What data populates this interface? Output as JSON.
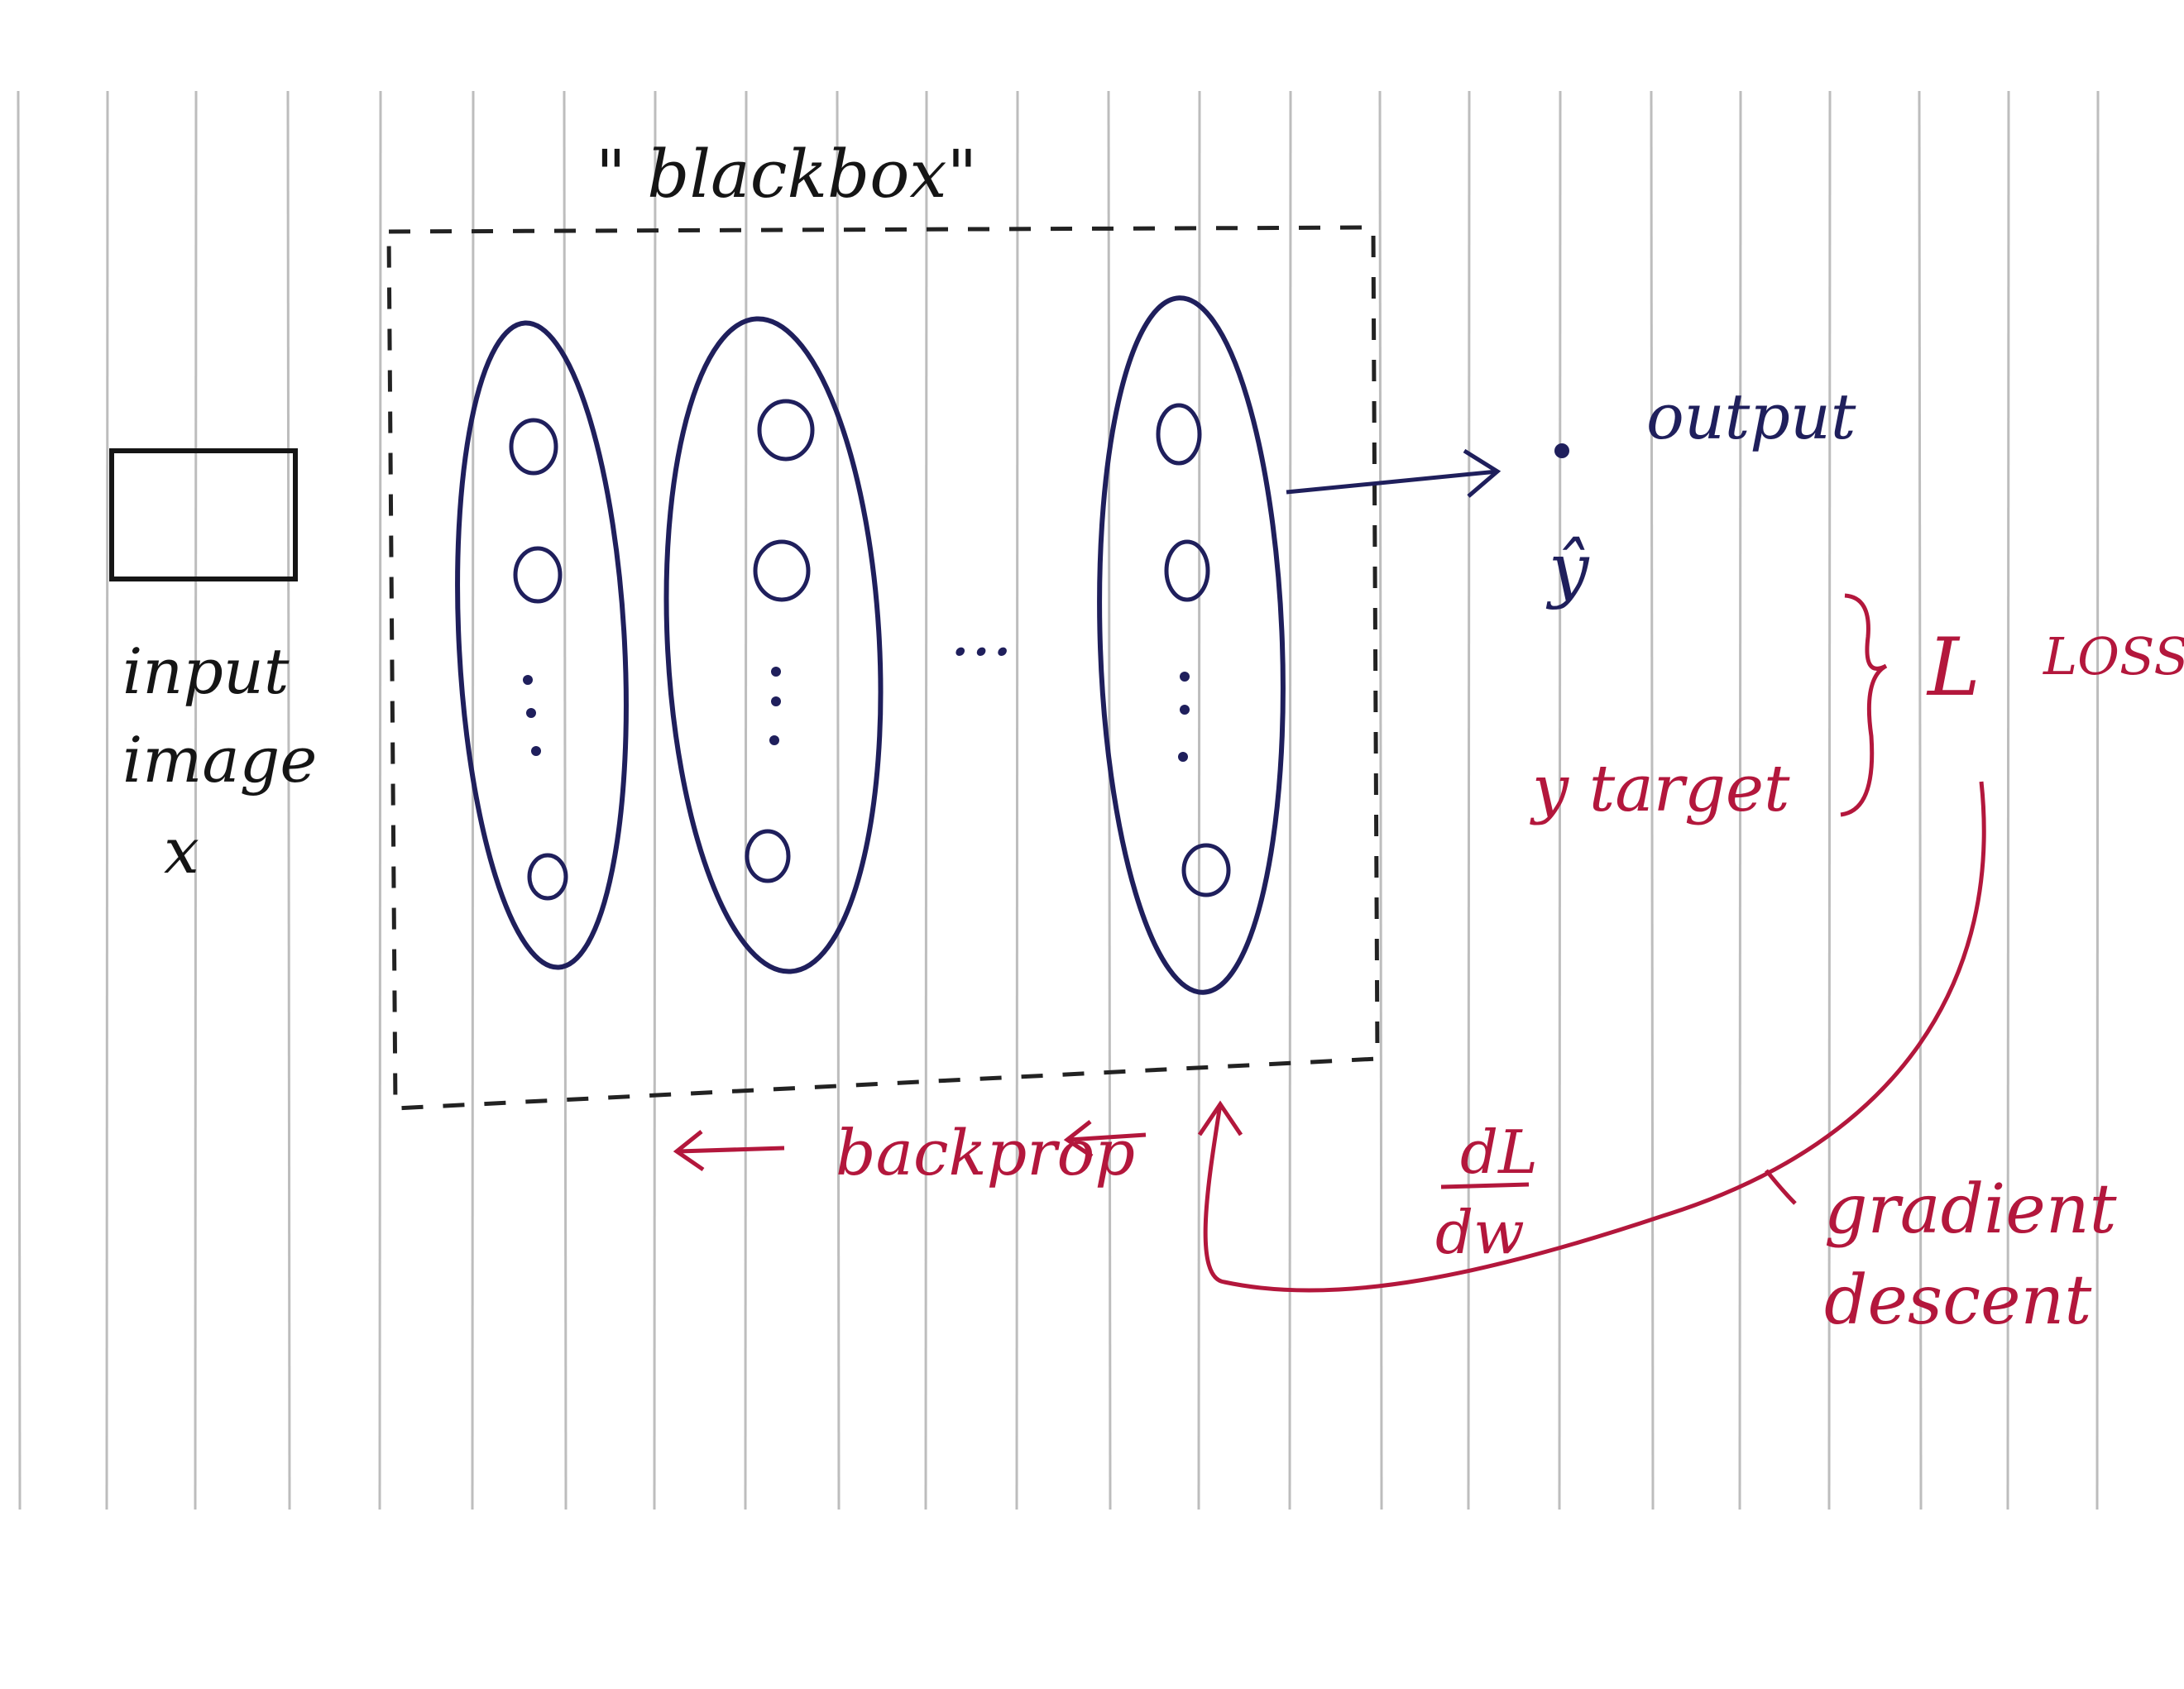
{
  "colors": {
    "paper": "#ffffff",
    "rule_line": "#bdbdbd",
    "ink_blue": "#1f1f5c",
    "ink_red": "#b3173c",
    "ink_black": "#151515"
  },
  "labels": {
    "blackbox": "\" blackbox\"",
    "input_line1": "input",
    "input_line2": "image",
    "input_line3": "x",
    "ellipsis": "...",
    "output": "output",
    "y_hat": "ŷ",
    "loss_symbol": "L",
    "loss": "LOSS",
    "target": "y  target",
    "backprop": "backprop",
    "dl": "dL",
    "dw": "dw",
    "gradient_line1": "gradient",
    "gradient_line2": "descent"
  },
  "layers": [
    {
      "neurons": 3,
      "has_ellipsis": true
    },
    {
      "neurons": 3,
      "has_ellipsis": true
    },
    {
      "neurons": 3,
      "has_ellipsis": true
    }
  ]
}
